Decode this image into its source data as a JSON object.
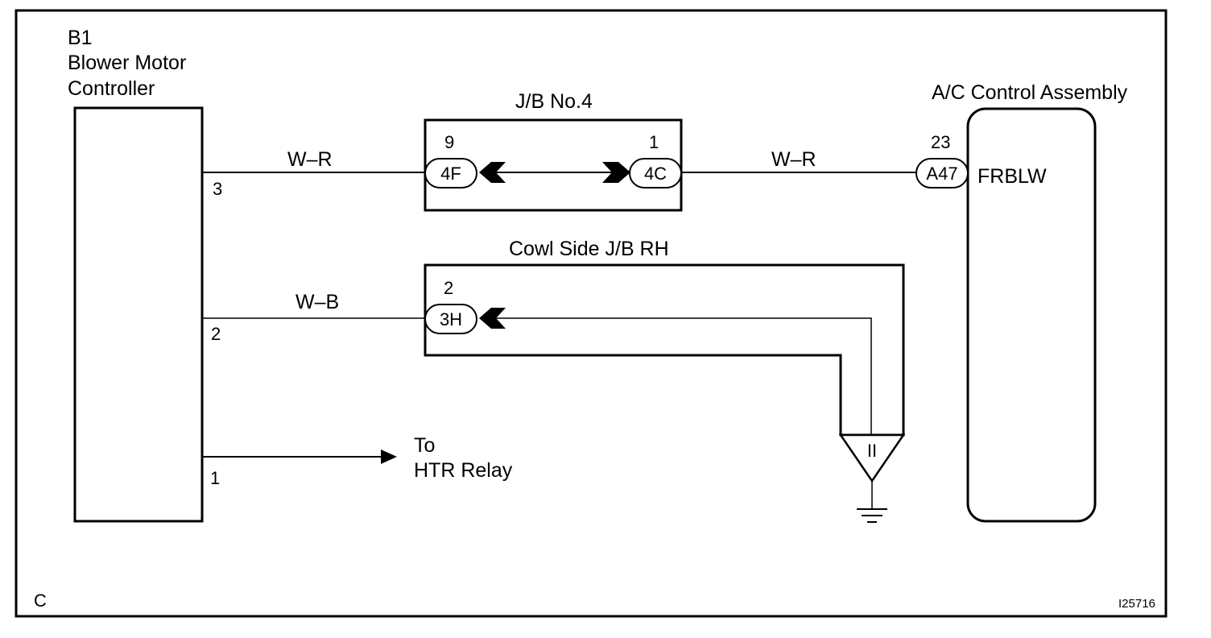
{
  "frame_code": "C",
  "figure_id": "I25716",
  "blower_controller": {
    "code": "B1",
    "name_line1": "Blower Motor",
    "name_line2": "Controller",
    "pin_3": "3",
    "pin_2": "2",
    "pin_1": "1"
  },
  "jb4": {
    "title": "J/B No.4",
    "left_pin": "9",
    "left_connector": "4F",
    "right_pin": "1",
    "right_connector": "4C"
  },
  "cowl_jb": {
    "title": "Cowl Side J/B RH",
    "pin": "2",
    "connector": "3H",
    "ground_point": "II"
  },
  "ac_control": {
    "title": "A/C Control Assembly",
    "pin": "23",
    "connector": "A47",
    "terminal": "FRBLW"
  },
  "wires": {
    "wire_1_color": "W–R",
    "wire_2_color": "W–R",
    "wire_3_color": "W–B"
  },
  "htr": {
    "line1": "To",
    "line2": "HTR Relay"
  }
}
